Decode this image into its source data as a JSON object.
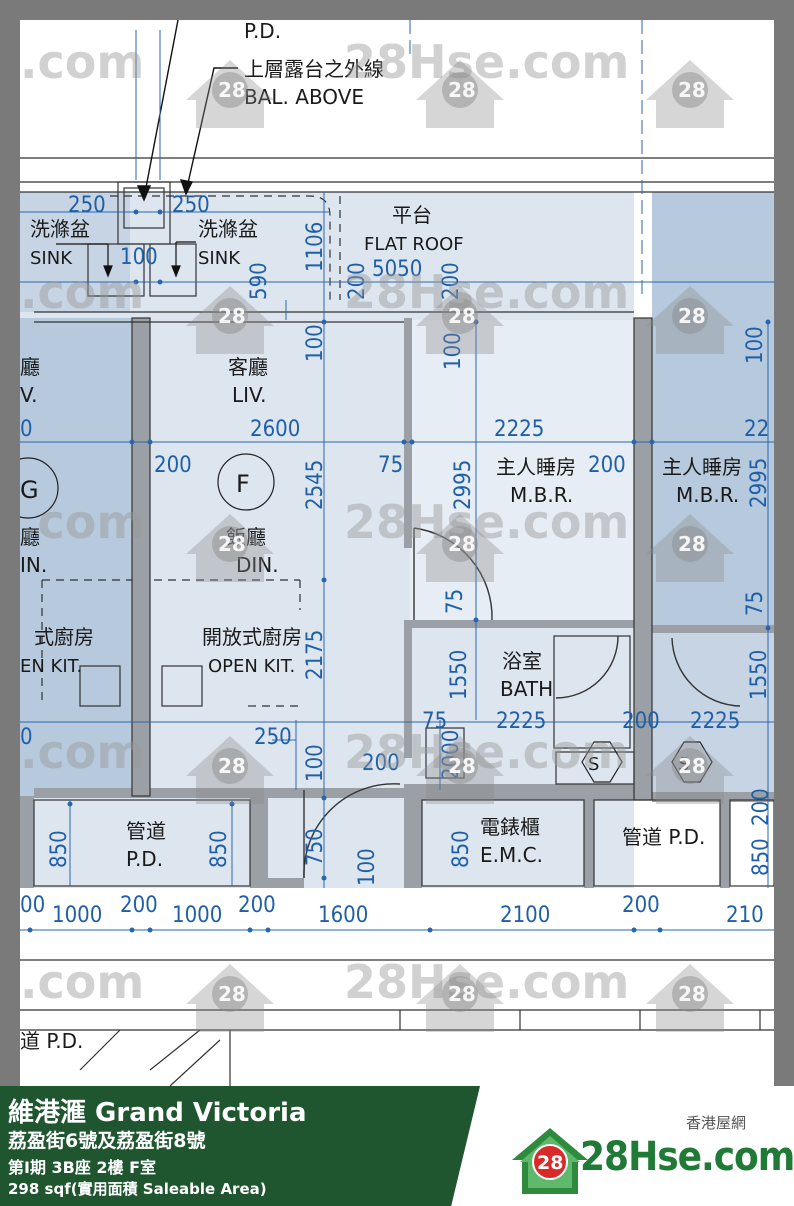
{
  "plan": {
    "top_labels": {
      "pd_top": "P.D.",
      "bal_cn": "上層露台之外線",
      "bal_en": "BAL. ABOVE"
    },
    "rooms": {
      "sink_left_cn": "洗滌盆",
      "sink_left_en": "SINK",
      "sink_right_cn": "洗滌盆",
      "sink_right_en": "SINK",
      "roof_cn": "平台",
      "roof_en": "FLAT ROOF",
      "liv_cn": "客廳",
      "liv_en": "LIV.",
      "liv_left_cn": "廳",
      "liv_left_en": "V.",
      "din_cn": "飯廳",
      "din_en": "DIN.",
      "din_left_cn": "廳",
      "din_left_en": "IN.",
      "mbr_cn": "主人睡房",
      "mbr_en": "M.B.R.",
      "mbr2_cn": "主人睡房",
      "mbr2_en": "M.B.R.",
      "kit_cn": "開放式廚房",
      "kit_en": "OPEN KIT.",
      "kit_left_cn": "式廚房",
      "kit_left_en": "EN KIT.",
      "bath_cn": "浴室",
      "bath_en": "BATH",
      "pd1_cn": "管道",
      "pd1_en": "P.D.",
      "emc_cn": "電錶櫃",
      "emc_en": "E.M.C.",
      "pd2": "管道 P.D.",
      "pd_bottom": "道 P.D.",
      "flat_f": "F",
      "flat_g": "G",
      "shower": "S",
      "shower2": "S"
    },
    "dims": {
      "d250a": "250",
      "d250b": "250",
      "d100a": "100",
      "d1106": "1106",
      "d590": "590",
      "d5050": "5050",
      "d200a": "200",
      "d200b": "200",
      "d100b": "100",
      "d100c": "100",
      "d100d": "100",
      "d2600": "2600",
      "d2225a": "2225",
      "d22": "22",
      "d0a": "0",
      "d200c": "200",
      "d75a": "75",
      "d2995a": "2995",
      "d200d": "200",
      "d2995b": "2995",
      "d2545": "2545",
      "d2175": "2175",
      "d75b": "75",
      "d75c": "75",
      "d1550a": "1550",
      "d1550b": "1550",
      "d75d": "75",
      "d2225b": "2225",
      "d200e": "200",
      "d2225c": "2225",
      "d250c": "250",
      "d200f": "200",
      "d100e": "100",
      "d2000": "2000",
      "d0b": "0",
      "d850a": "850",
      "d850b": "850",
      "d850c": "850",
      "d850d": "850",
      "d200g": "200",
      "d750": "750",
      "d100f": "100",
      "b00": "00",
      "b1000a": "1000",
      "b200a": "200",
      "b1000b": "1000",
      "b200b": "200",
      "b1600": "1600",
      "b2100a": "2100",
      "b200c": "200",
      "b2100b": "210"
    }
  },
  "watermark": {
    "text": "28Hse.com",
    "partial": ".com",
    "badge": "28"
  },
  "footer": {
    "title": "維港滙 Grand Victoria",
    "address": "荔盈街6號及荔盈街8號",
    "unit": "第I期 3B座 2樓 F室",
    "area": "298 sqf(實用面積 Saleable Area)",
    "brand_small": "香港屋網",
    "brand_text": "28Hse.com",
    "brand_badge": "28"
  },
  "colors": {
    "footer_green": "#1f5630",
    "brand_green": "#1f7a35",
    "unit_blue": "#b7c9dc",
    "dim_blue": "#1f5fa8"
  }
}
